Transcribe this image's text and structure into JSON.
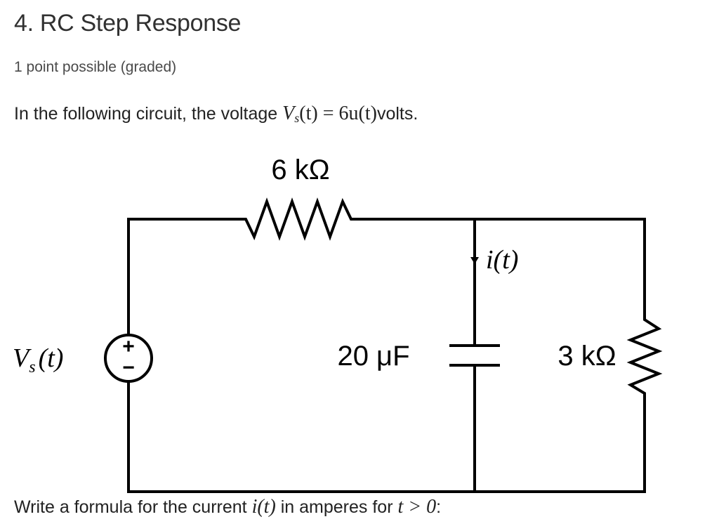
{
  "problem": {
    "title": "4. RC Step Response",
    "points": "1 point possible (graded)",
    "prompt_prefix": "In the following circuit, the voltage ",
    "prompt_math_base": "V",
    "prompt_math_sub": "s",
    "prompt_math_rest": "(t) = 6u(t)",
    "prompt_suffix": "volts.",
    "question_prefix": "Write a formula for the current ",
    "question_math_current": "i(t)",
    "question_middle": " in amperes for ",
    "question_math_condition": "t > 0",
    "question_suffix": ":"
  },
  "circuit": {
    "resistor_top_label": "6 kΩ",
    "current_label": "i(t)",
    "capacitor_label": "20 μF",
    "resistor_right_label": "3 kΩ",
    "source_label_base": "V",
    "source_label_sub": "s",
    "source_label_rest": "(t)",
    "source_plus": "+",
    "source_minus": "−"
  },
  "colors": {
    "text": "#313131",
    "wire": "#000000",
    "background": "#ffffff"
  }
}
